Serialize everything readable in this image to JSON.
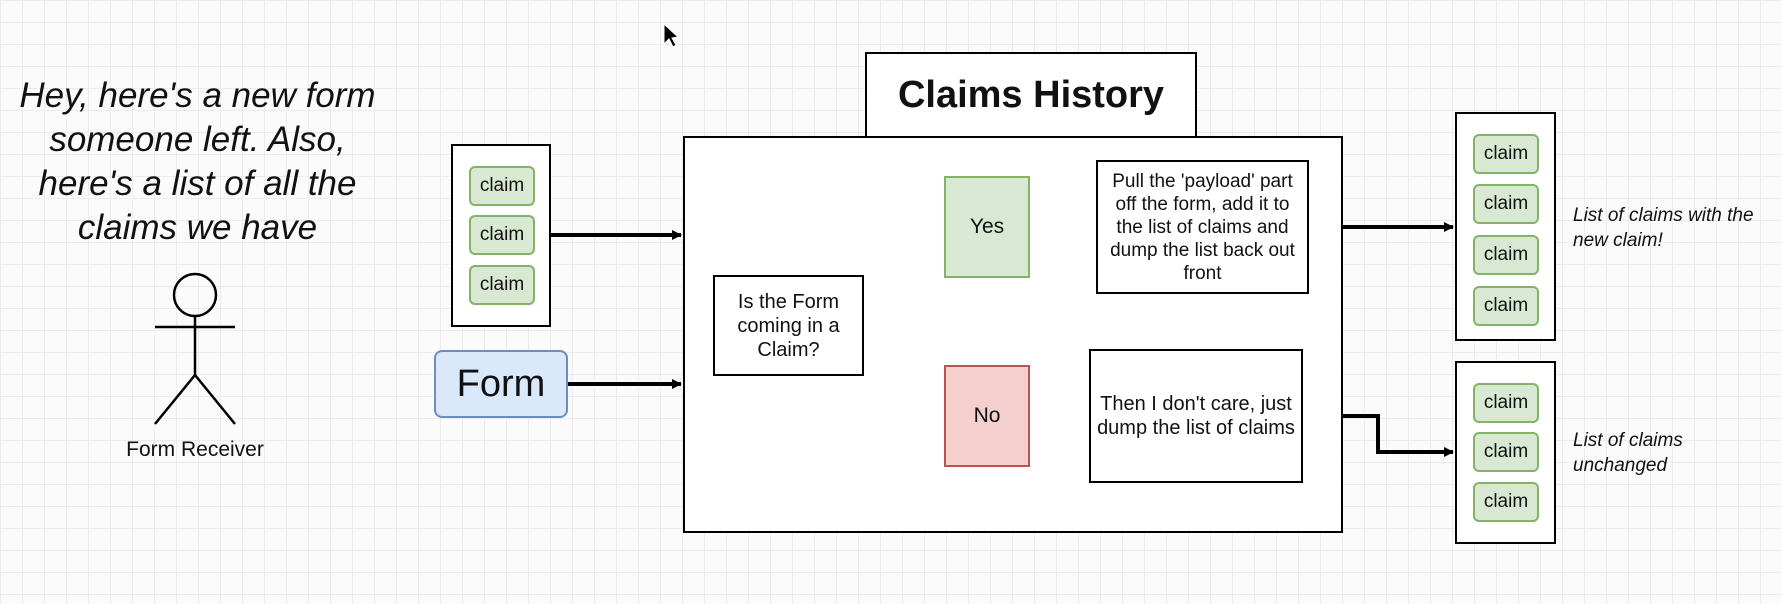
{
  "speech": "Hey, here's a new form someone left.  Also, here's a list of all the claims we have",
  "actor_label": "Form Receiver",
  "claim_label": "claim",
  "form_label": "Form",
  "title": "Claims History",
  "question": "Is the Form coming in a Claim?",
  "yes_label": "Yes",
  "no_label": "No",
  "yes_action": "Pull the 'payload' part off the form, add it to the list of claims and dump the list back out front",
  "no_action": "Then I don't care, just dump the list of claims",
  "note_with_new": "List of claims with the new claim!",
  "note_unchanged": "List of claims unchanged",
  "colors": {
    "claim_fill": "#d9e8d3",
    "claim_border": "#82b366",
    "form_fill": "#dae8fc",
    "form_border": "#6c8ebf",
    "no_fill": "#f4cfcd",
    "no_border": "#b85450"
  }
}
